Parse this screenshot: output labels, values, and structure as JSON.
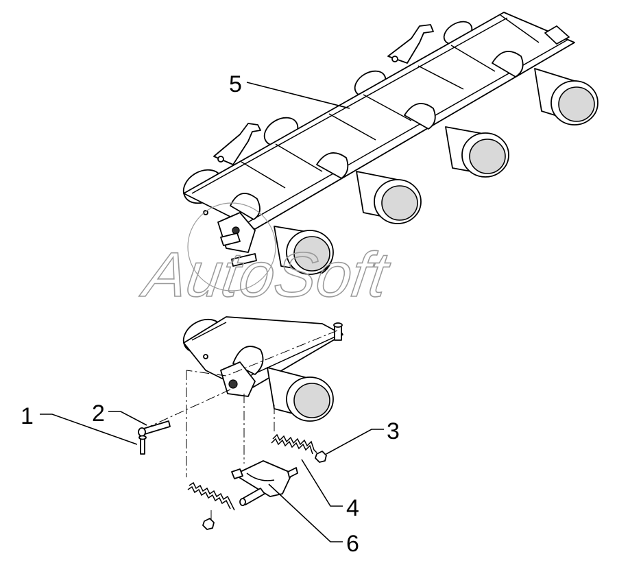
{
  "callouts": [
    {
      "id": "1",
      "label": "1"
    },
    {
      "id": "2",
      "label": "2"
    },
    {
      "id": "3",
      "label": "3"
    },
    {
      "id": "4",
      "label": "4"
    },
    {
      "id": "5",
      "label": "5"
    },
    {
      "id": "6",
      "label": "6"
    }
  ],
  "watermark": {
    "text": "AutoSoft",
    "color": "#9a9a9a"
  },
  "colors": {
    "line": "#000000",
    "background": "#ffffff"
  }
}
